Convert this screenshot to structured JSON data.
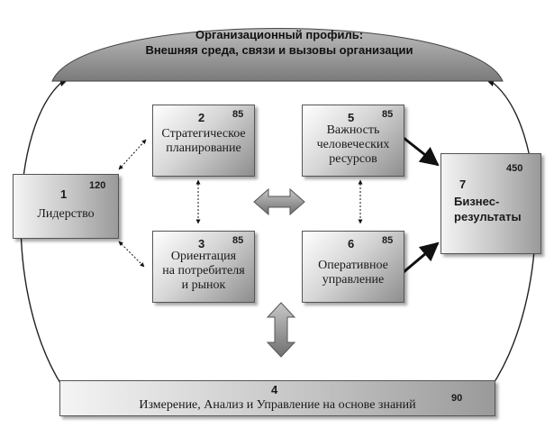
{
  "header": {
    "line1": "Организационный профиль:",
    "line2": "Внешняя среда, связи и вызовы организации"
  },
  "boxes": {
    "leadership": {
      "number": "1",
      "points": "120",
      "label": "Лидерство"
    },
    "strategic_planning": {
      "number": "2",
      "points": "85",
      "label_lines": [
        "Стратегическое",
        "планирование"
      ]
    },
    "customer_focus": {
      "number": "3",
      "points": "85",
      "label_lines": [
        "Ориентация",
        "на потребителя",
        "и рынок"
      ]
    },
    "measurement": {
      "number": "4",
      "points": "90",
      "label": "Измерение, Анализ и Управление на основе знаний"
    },
    "human_resources": {
      "number": "5",
      "points": "85",
      "label_lines": [
        "Важность",
        "человеческих",
        "ресурсов"
      ]
    },
    "operations": {
      "number": "6",
      "points": "85",
      "label_lines": [
        "Оперативное",
        "управление"
      ]
    },
    "results": {
      "number": "7",
      "points": "450",
      "label_lines": [
        "Бизнес-",
        "результаты"
      ]
    }
  },
  "colors": {
    "dome": "#8f8f8f",
    "box_light": "#f4f4f4",
    "box_dark": "#8e8e8e",
    "arrow": "#111111",
    "block_arrow": "#8a8a8a"
  },
  "icons": [
    "double-head-arrow-icon",
    "block-arrow-horizontal-icon",
    "block-arrow-vertical-icon"
  ]
}
